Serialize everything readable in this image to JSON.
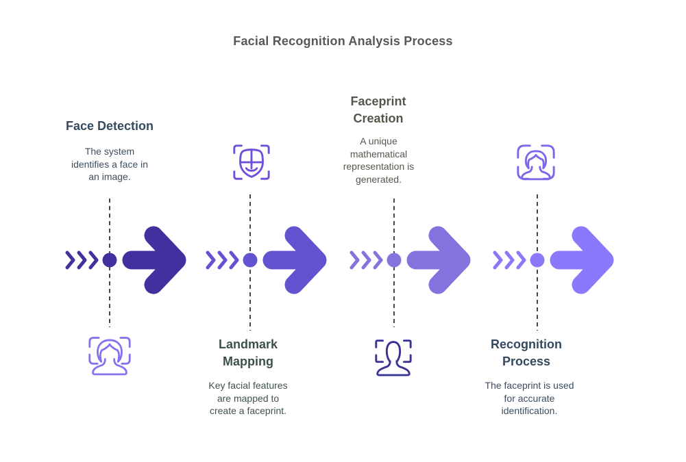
{
  "title": "Facial Recognition Analysis Process",
  "title_color": "#58585a",
  "steps": [
    {
      "heading": "Face Detection",
      "description_lines": [
        "The system",
        "identifies a face in",
        "an image."
      ],
      "icon": "woman-face-scan-icon",
      "icon_color": "#8a70ee",
      "heading_color": "#364a5e",
      "body_color": "#3e4e5e",
      "text_position": "above-timeline",
      "icon_position": "below-timeline"
    },
    {
      "heading": "Landmark Mapping",
      "description_lines": [
        "Key facial features",
        "are mapped to",
        "create a faceprint."
      ],
      "icon": "face-grid-scan-icon",
      "icon_color": "#7050d8",
      "heading_color": "#3c5047",
      "body_color": "#40514a",
      "text_position": "below-timeline",
      "icon_position": "above-timeline"
    },
    {
      "heading": "Faceprint Creation",
      "description_lines": [
        "A unique",
        "mathematical",
        "representation is",
        "generated."
      ],
      "icon": "person-scan-icon",
      "icon_color": "#3a3397",
      "heading_color": "#55564a",
      "body_color": "#56574c",
      "text_position": "above-timeline",
      "icon_position": "below-timeline"
    },
    {
      "heading": "Recognition Process",
      "description_lines": [
        "The faceprint is used",
        "for accurate",
        "identification."
      ],
      "icon": "woman-scan-rounded-icon",
      "icon_color": "#7b68ea",
      "heading_color": "#34495e",
      "body_color": "#3a4c5e",
      "text_position": "below-timeline",
      "icon_position": "above-timeline"
    }
  ],
  "timeline": {
    "dash_color": "#474747",
    "segments": [
      {
        "color": "#41319e"
      },
      {
        "color": "#6254d1"
      },
      {
        "color": "#8273dd"
      },
      {
        "color": "#8b79fb"
      }
    ]
  }
}
